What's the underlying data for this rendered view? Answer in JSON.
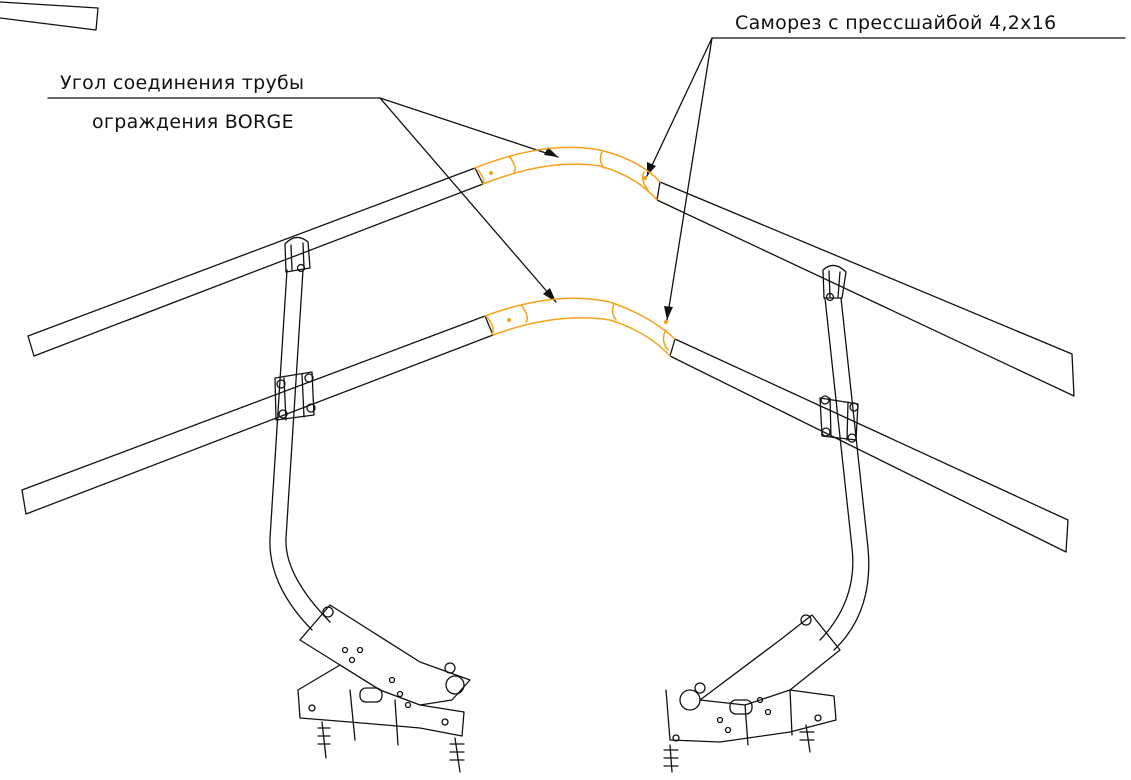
{
  "callouts": {
    "screw": "Саморез с прессшайбой 4,2х16",
    "corner_line1": "Угол соединения трубы",
    "corner_line2": "ограждения BORGE"
  },
  "colors": {
    "line": "#111111",
    "accent": "#f5a21b",
    "background": "#ffffff"
  }
}
